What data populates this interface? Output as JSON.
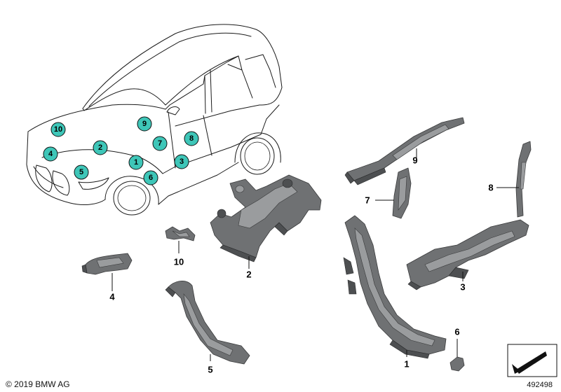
{
  "car_callouts": [
    {
      "id": "callout-10",
      "label": "10"
    },
    {
      "id": "callout-9",
      "label": "9"
    },
    {
      "id": "callout-4",
      "label": "4"
    },
    {
      "id": "callout-2",
      "label": "2"
    },
    {
      "id": "callout-7",
      "label": "7"
    },
    {
      "id": "callout-8",
      "label": "8"
    },
    {
      "id": "callout-1",
      "label": "1"
    },
    {
      "id": "callout-3",
      "label": "3"
    },
    {
      "id": "callout-5",
      "label": "5"
    },
    {
      "id": "callout-6",
      "label": "6"
    }
  ],
  "part_numbers": {
    "p1": "1",
    "p2": "2",
    "p3": "3",
    "p4": "4",
    "p5": "5",
    "p6": "6",
    "p7": "7",
    "p8": "8",
    "p9": "9",
    "p10": "10"
  },
  "copyright": "© 2019 BMW AG",
  "doc_number": "492498",
  "colors": {
    "callout_fill": "#3ec6b8",
    "part_gray": "#6f7173"
  },
  "icons": {
    "corner_arrow": "arrow-icon"
  }
}
